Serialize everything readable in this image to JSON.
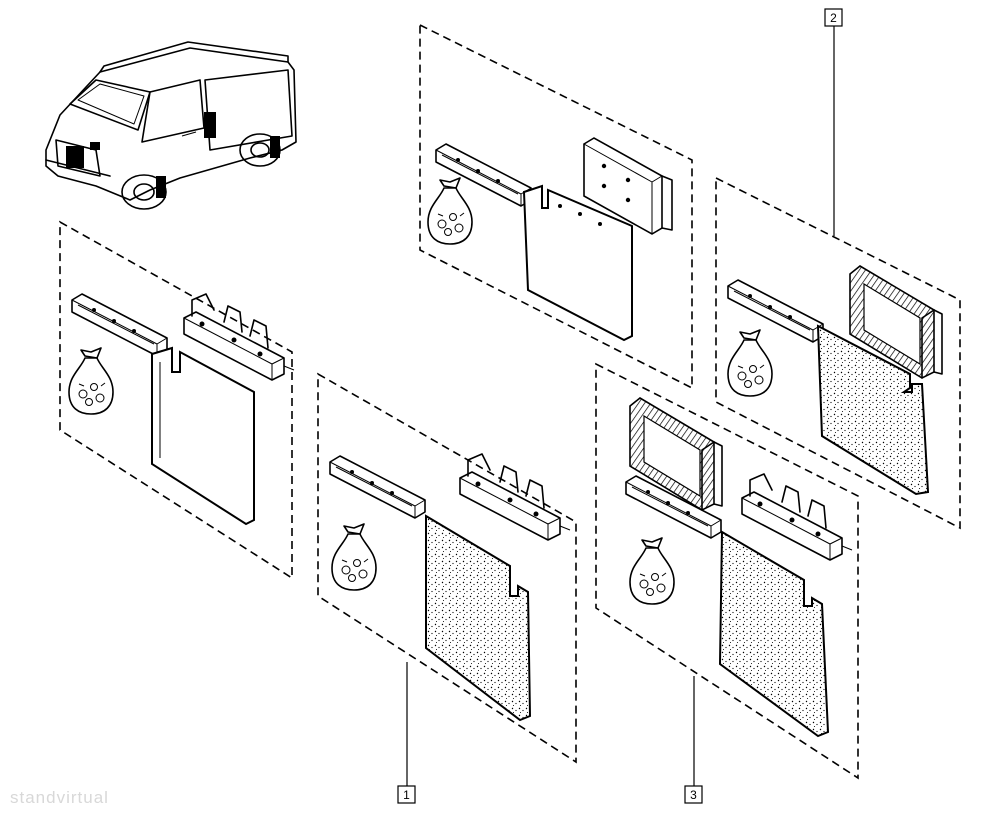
{
  "callouts": {
    "kit_1": "1",
    "kit_2": "2",
    "kit_3": "3"
  },
  "watermark": "standvirtual",
  "icons": [
    "van-icon",
    "mounting-rail-icon",
    "bracket-icon",
    "hardware-bag-icon",
    "mud-flap-icon"
  ],
  "colors": {
    "ink": "#000000",
    "paper": "#ffffff",
    "watermark": "#d8d8d8"
  }
}
